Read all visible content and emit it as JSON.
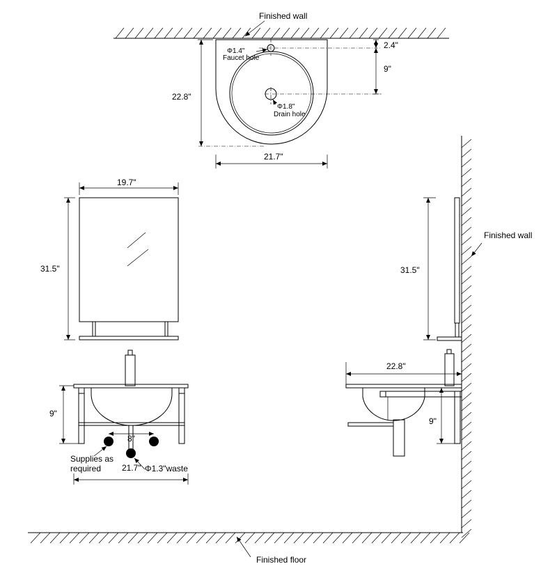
{
  "labels": {
    "finished_wall_top": "Finished wall",
    "finished_wall_right": "Finished wall",
    "finished_floor": "Finished floor",
    "faucet_hole_size": "Φ1.4\"",
    "faucet_hole": "Faucet hole",
    "drain_hole_size": "Φ1.8\"",
    "drain_hole": "Drain hole",
    "supplies_line1": "Supplies as",
    "supplies_line2": "required",
    "waste": "Φ1.3\"waste"
  },
  "dimensions": {
    "top_offset": "2.4\"",
    "top_depth": "9\"",
    "top_height": "22.8\"",
    "top_width": "21.7\"",
    "mirror_width": "19.7\"",
    "mirror_height": "31.5\"",
    "side_mirror_height": "31.5\"",
    "front_height": "9\"",
    "front_supply_spacing": "8\"",
    "front_width": "21.7\"",
    "side_depth": "22.8\"",
    "side_height": "9\""
  }
}
